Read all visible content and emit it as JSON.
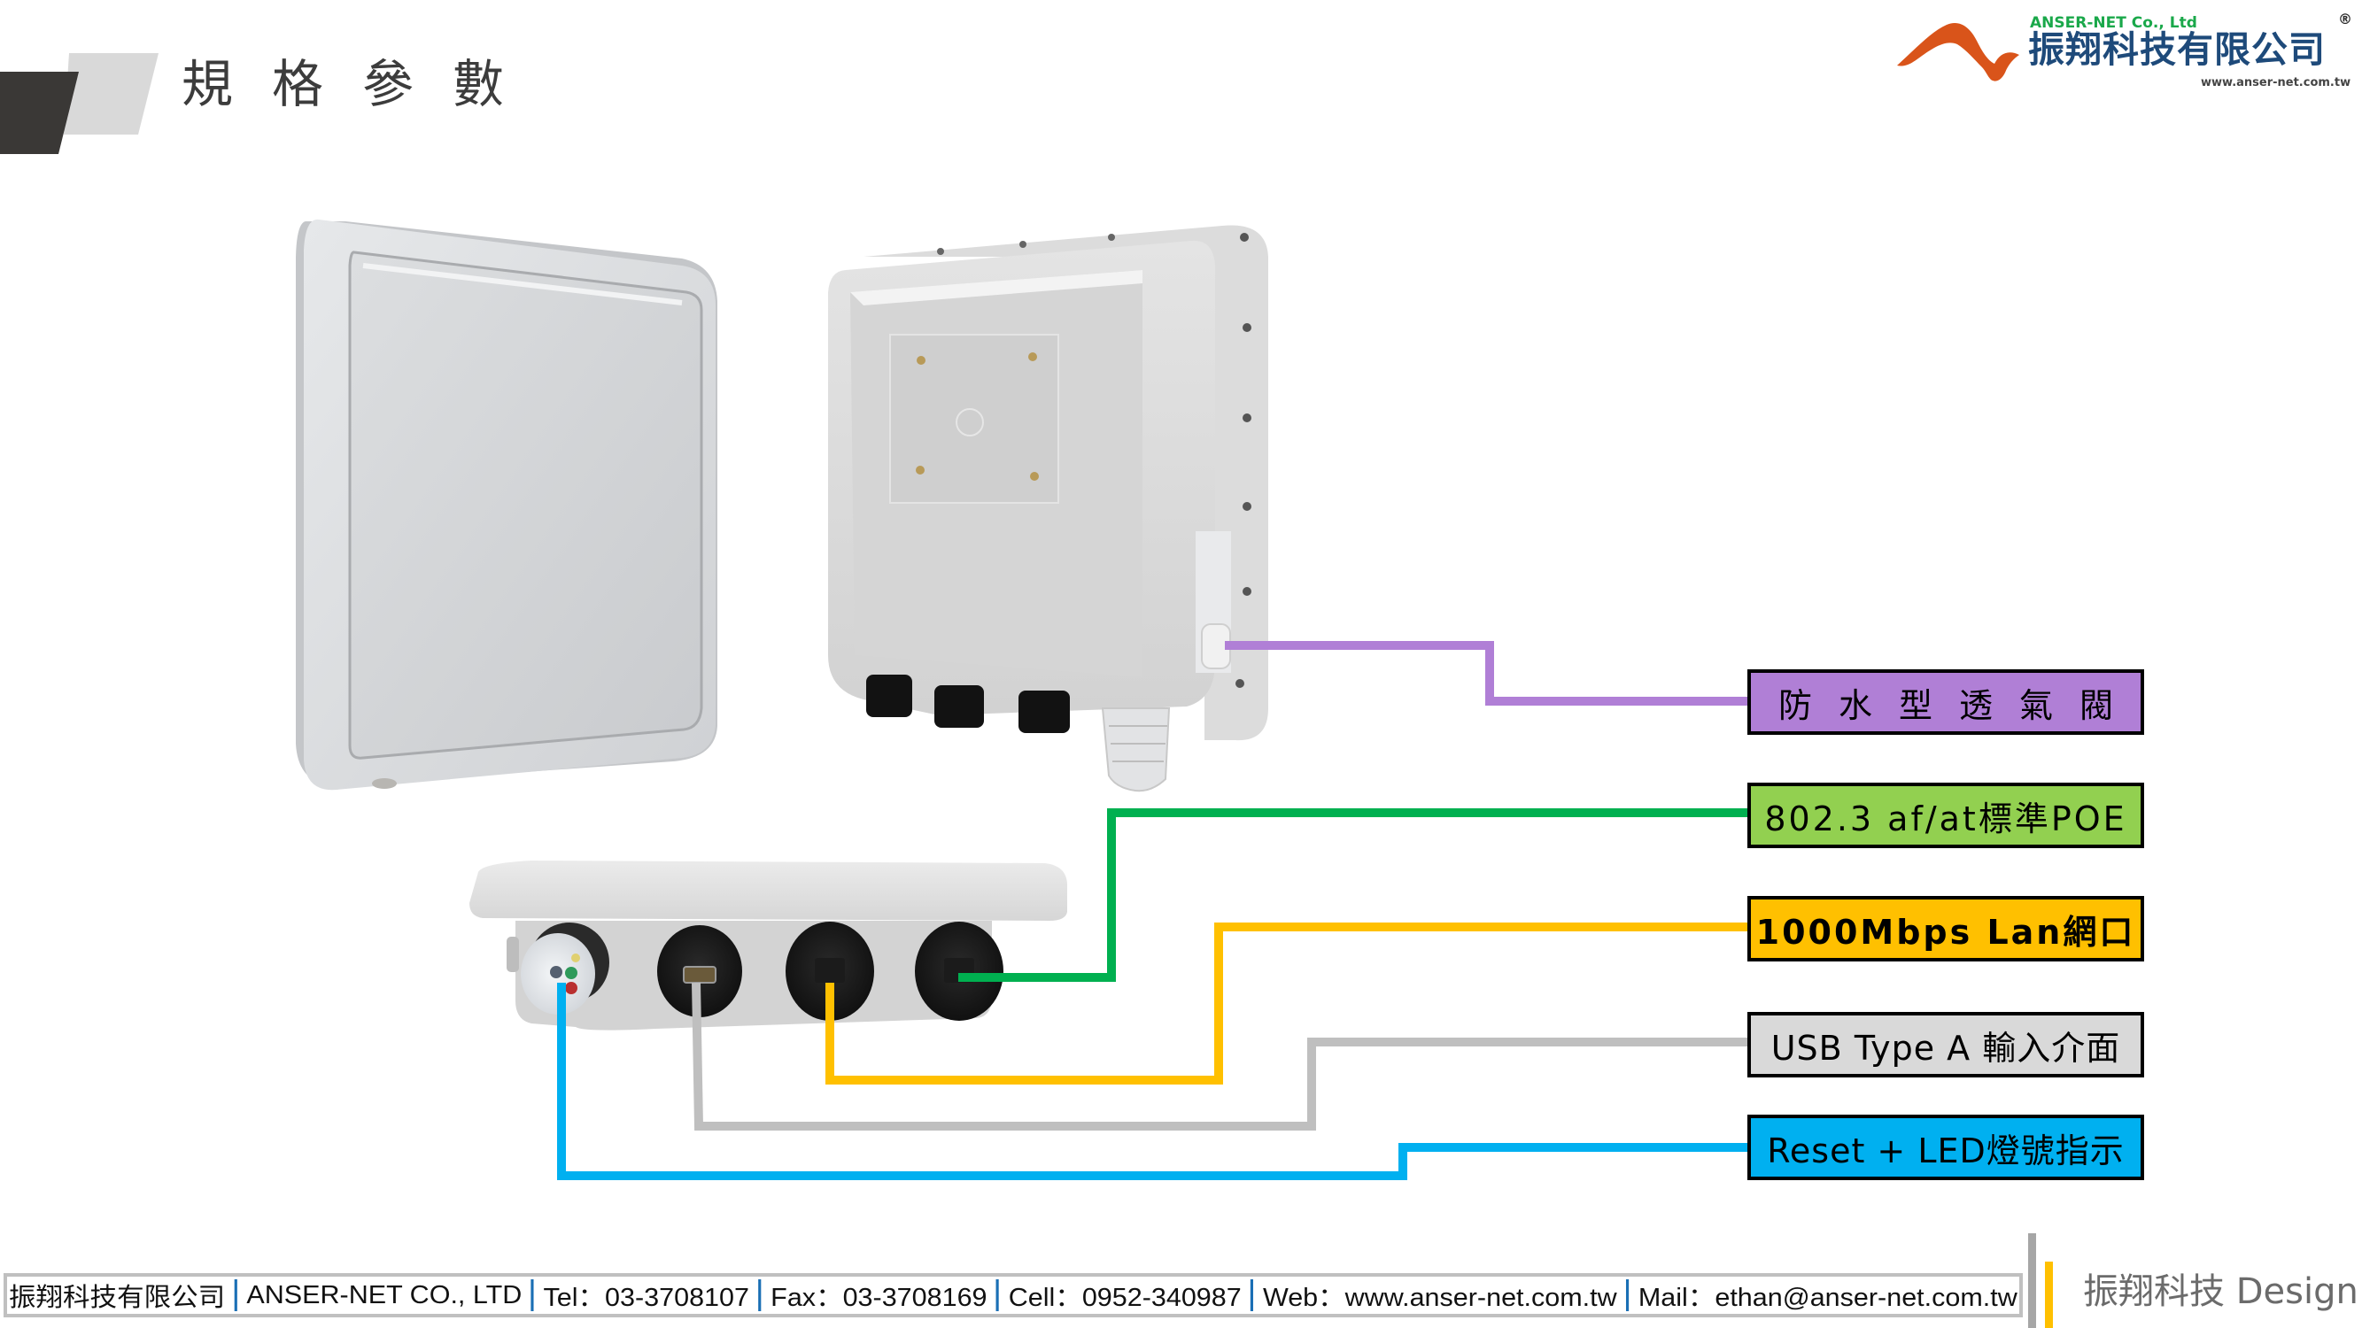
{
  "header": {
    "title": "規格參數"
  },
  "logo": {
    "company_en": "ANSER-NET Co., Ltd",
    "company_cn": "振翔科技有限公司",
    "registered_mark": "®",
    "website": "www.anser-net.com.tw",
    "bird_icon": "bird-logo-icon",
    "colors": {
      "bird": "#d9541a",
      "en": "#1aa84a",
      "cn": "#1e4a7a"
    }
  },
  "product": {
    "views": [
      "front-view",
      "back-view",
      "bottom-view"
    ],
    "ports_bottom": [
      "reset-led-gland",
      "usb-port",
      "lan-port",
      "poe-port"
    ]
  },
  "callouts": [
    {
      "id": "vent-valve",
      "label": "防水型透氣閥",
      "color": "#b07fd6",
      "line_color": "#b07fd6"
    },
    {
      "id": "poe",
      "label": "802.3 af/at標準POE",
      "color": "#92d050",
      "line_color": "#00b050"
    },
    {
      "id": "lan",
      "label": "1000Mbps Lan網口",
      "color": "#ffc000",
      "line_color": "#ffc000"
    },
    {
      "id": "usb",
      "label": "USB Type A 輸入介面",
      "color": "#d9d9d9",
      "line_color": "#bfbfbf"
    },
    {
      "id": "reset-led",
      "label": "Reset + LED燈號指示",
      "color": "#00b0f0",
      "line_color": "#00b0f0"
    }
  ],
  "footer": {
    "items": [
      "振翔科技有限公司",
      "ANSER-NET  CO.,  LTD",
      "Tel：03-3708107",
      "Fax：03-3708169",
      "Cell：0952-340987",
      "Web：www.anser-net.com.tw",
      "Mail：ethan@anser-net.com.tw"
    ],
    "separator_color": "#1a6fb5",
    "design_label": "振翔科技 Design"
  }
}
